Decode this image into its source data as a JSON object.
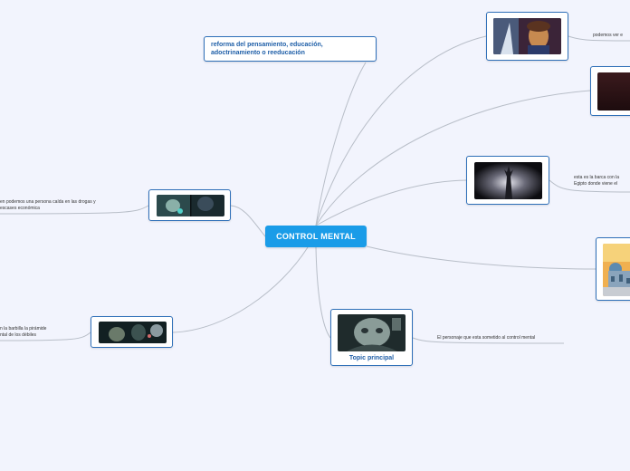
{
  "central_topic": "CONTROL MENTAL",
  "branches": {
    "reforma": "reforma del pensamiento, educación, adoctrinamiento o reeducación",
    "top_right_caption": "podemos ver e",
    "barca_caption_1": "esta es la barca con la",
    "barca_caption_2": "Egipto donde viene el",
    "left_caption_1": "en podemos una persona caída en las drogas y",
    "left_caption_2": "escases económica",
    "bottom_left_caption_1": "n la barbilla la pirámide",
    "bottom_left_caption_2": "ntal de los débiles",
    "topic_principal_label": "Topic principal",
    "topic_principal_caption": "El personaje que esta sometido al control mental"
  },
  "images": [
    "portrait-painting-icon",
    "dark-abstract-image-icon",
    "barca-statue-image-icon",
    "city-illustration-icon",
    "drugs-scene-image-icon",
    "pyramid-scene-image-icon",
    "controlled-character-image-icon"
  ],
  "colors": {
    "background": "#f2f4fd",
    "central_fill": "#1a9ce8",
    "node_border": "#2e6fb8",
    "connector": "#b8bec8",
    "text_blue": "#1f5fa8"
  }
}
